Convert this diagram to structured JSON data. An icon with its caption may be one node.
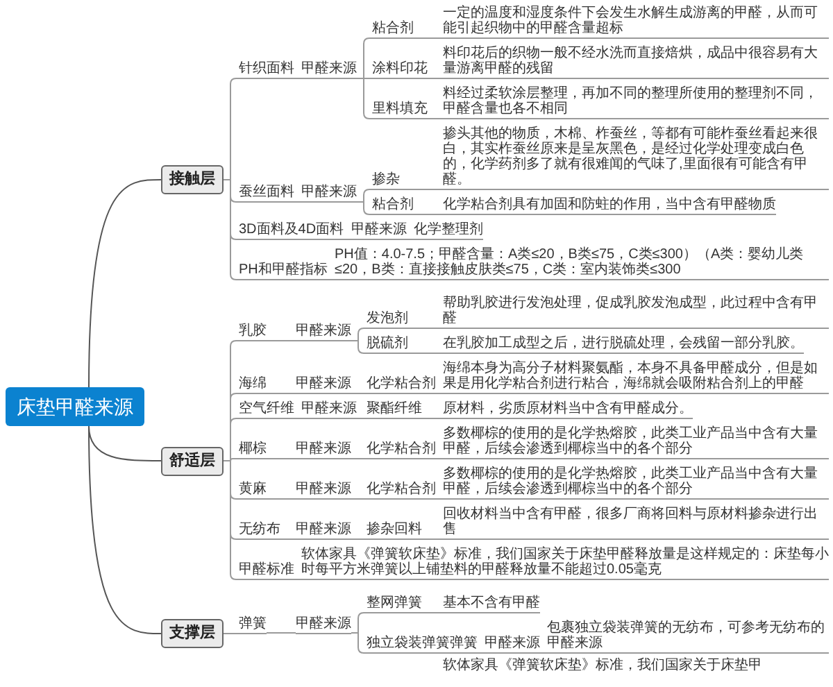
{
  "diagram": {
    "nodes": [
      {
        "text": [
          "床垫甲醛来源"
        ]
      },
      {
        "text": [
          "接触层"
        ]
      },
      {
        "text": [
          "针织面料"
        ]
      },
      {
        "text": [
          "甲醛来源"
        ]
      },
      {
        "text": [
          "粘合剂"
        ]
      },
      {
        "text": [
          "一定的温度和湿度条件下会发生水解生成游离的甲醛，从而可能引起织物中的甲醛含量超标"
        ]
      },
      {
        "text": [
          "涂料印花"
        ]
      },
      {
        "text": [
          "料印花后的织物一般不经水洗而直接焙烘，成品中很容易有大量游离甲醛的残留"
        ]
      },
      {
        "text": [
          "里料填充"
        ]
      },
      {
        "text": [
          "料经过柔软涂层整理，再加不同的整理所使用的整理剂不同，甲醛含量也各不相同"
        ]
      },
      {
        "text": [
          "蚕丝面料"
        ]
      },
      {
        "text": [
          "甲醛来源"
        ]
      },
      {
        "text": [
          "掺杂"
        ]
      },
      {
        "text": [
          "掺头其他的物质，木棉、柞蚕丝，等都有可能柞蚕丝看起来很白，其实柞蚕丝原来是呈灰黑色，是经过化学处理变成白色的，化学药剂多了就有很难闻的气味了,里面很有可能含有甲醛。"
        ]
      },
      {
        "text": [
          "粘合剂"
        ]
      },
      {
        "text": [
          "化学粘合剂具有加固和防蛀的作用，当中含有甲醛物质"
        ]
      },
      {
        "text": [
          "3D面料及4D面料"
        ]
      },
      {
        "text": [
          "甲醛来源"
        ]
      },
      {
        "text": [
          "化学整理剂"
        ]
      },
      {
        "text": [
          "PH和甲醛指标"
        ]
      },
      {
        "text": [
          "PH值：4.0-7.5；甲醛含量：A类≤20，B类≤75，C类≤300）（A类：婴幼儿类≤20，B类：直接接触皮肤类≤75，C类：室内装饰类≤300"
        ]
      },
      {
        "text": [
          "舒适层"
        ]
      },
      {
        "text": [
          "乳胶"
        ]
      },
      {
        "text": [
          "甲醛来源"
        ]
      },
      {
        "text": [
          "发泡剂"
        ]
      },
      {
        "text": [
          "帮助乳胶进行发泡处理，促成乳胶发泡成型，此过程中含有甲醛"
        ]
      },
      {
        "text": [
          "脱硫剂"
        ]
      },
      {
        "text": [
          "在乳胶加工成型之后，进行脱硫处理，会残留一部分乳胶。"
        ]
      },
      {
        "text": [
          "海绵"
        ]
      },
      {
        "text": [
          "甲醛来源"
        ]
      },
      {
        "text": [
          "化学粘合剂"
        ]
      },
      {
        "text": [
          "海绵本身为高分子材料聚氨酯，本身不具备甲醛成分，但是如果是用化学粘合剂进行粘合，海绵就会吸附粘合剂上的甲醛"
        ]
      },
      {
        "text": [
          "空气纤维"
        ]
      },
      {
        "text": [
          "甲醛来源"
        ]
      },
      {
        "text": [
          "聚酯纤维"
        ]
      },
      {
        "text": [
          "原材料，劣质原材料当中含有甲醛成分。"
        ]
      },
      {
        "text": [
          "椰棕"
        ]
      },
      {
        "text": [
          "甲醛来源"
        ]
      },
      {
        "text": [
          "化学粘合剂"
        ]
      },
      {
        "text": [
          "多数椰棕的使用的是化学热熔胶，此类工业产品当中含有大量甲醛，后续会渗透到椰棕当中的各个部分"
        ]
      },
      {
        "text": [
          "黄麻"
        ]
      },
      {
        "text": [
          "甲醛来源"
        ]
      },
      {
        "text": [
          "化学粘合剂"
        ]
      },
      {
        "text": [
          "多数椰棕的使用的是化学热熔胶，此类工业产品当中含有大量甲醛，后续会渗透到椰棕当中的各个部分"
        ]
      },
      {
        "text": [
          "无纺布"
        ]
      },
      {
        "text": [
          "甲醛来源"
        ]
      },
      {
        "text": [
          "掺杂回料"
        ]
      },
      {
        "text": [
          "回收材料当中含有甲醛，很多厂商将回料与原材料掺杂进行出售"
        ]
      },
      {
        "text": [
          "甲醛标准"
        ]
      },
      {
        "text": [
          "软体家具《弹簧软床垫》标准，我们国家关于床垫甲醛释放量是这样规定的：床垫每小时每平方米弹簧以上铺垫料的甲醛释放量不能超过0.05毫克"
        ]
      },
      {
        "text": [
          "支撑层"
        ]
      },
      {
        "text": [
          "弹簧"
        ]
      },
      {
        "text": [
          "甲醛来源"
        ]
      },
      {
        "text": [
          "整网弹簧"
        ]
      },
      {
        "text": [
          "基本不含有甲醛"
        ]
      },
      {
        "text": [
          "独立袋装弹簧弹簧"
        ]
      },
      {
        "text": [
          "甲醛来源"
        ]
      },
      {
        "text": [
          "包裹独立袋装弹簧的无纺布，可参考无纺布的甲醛来源"
        ]
      }
    ],
    "edges": [
      {
        "from": 0,
        "to": 1,
        "arrow": "none",
        "color": "#555555"
      },
      {
        "from": 0,
        "to": 21,
        "arrow": "none",
        "color": "#555555"
      },
      {
        "from": 0,
        "to": 50,
        "arrow": "none",
        "color": "#555555"
      },
      {
        "from": 1,
        "to": 2,
        "arrow": "none"
      },
      {
        "from": 1,
        "to": 10,
        "arrow": "none"
      },
      {
        "from": 1,
        "to": 16,
        "arrow": "none"
      },
      {
        "from": 1,
        "to": 19,
        "arrow": "none"
      },
      {
        "from": 2,
        "to": 3,
        "arrow": "none"
      },
      {
        "from": 3,
        "to": 4,
        "arrow": "none"
      },
      {
        "from": 3,
        "to": 6,
        "arrow": "none"
      },
      {
        "from": 3,
        "to": 8,
        "arrow": "none"
      },
      {
        "from": 4,
        "to": 5,
        "arrow": "none"
      },
      {
        "from": 6,
        "to": 7,
        "arrow": "none"
      },
      {
        "from": 8,
        "to": 9,
        "arrow": "none"
      },
      {
        "from": 10,
        "to": 11,
        "arrow": "none"
      },
      {
        "from": 11,
        "to": 12,
        "arrow": "none"
      },
      {
        "from": 11,
        "to": 14,
        "arrow": "none"
      },
      {
        "from": 12,
        "to": 13,
        "arrow": "none"
      },
      {
        "from": 14,
        "to": 15,
        "arrow": "none"
      },
      {
        "from": 16,
        "to": 17,
        "arrow": "none"
      },
      {
        "from": 17,
        "to": 18,
        "arrow": "none"
      },
      {
        "from": 19,
        "to": 20,
        "arrow": "none"
      },
      {
        "from": 21,
        "to": 22,
        "arrow": "none"
      },
      {
        "from": 21,
        "to": 28,
        "arrow": "none"
      },
      {
        "from": 21,
        "to": 32,
        "arrow": "none"
      },
      {
        "from": 21,
        "to": 36,
        "arrow": "none"
      },
      {
        "from": 21,
        "to": 40,
        "arrow": "none"
      },
      {
        "from": 21,
        "to": 44,
        "arrow": "none"
      },
      {
        "from": 21,
        "to": 48,
        "arrow": "none"
      },
      {
        "from": 22,
        "to": 23,
        "arrow": "none"
      },
      {
        "from": 23,
        "to": 24,
        "arrow": "none"
      },
      {
        "from": 23,
        "to": 26,
        "arrow": "none"
      },
      {
        "from": 24,
        "to": 25,
        "arrow": "none"
      },
      {
        "from": 26,
        "to": 27,
        "arrow": "none"
      },
      {
        "from": 28,
        "to": 29,
        "arrow": "none"
      },
      {
        "from": 29,
        "to": 30,
        "arrow": "none"
      },
      {
        "from": 30,
        "to": 31,
        "arrow": "none"
      },
      {
        "from": 32,
        "to": 33,
        "arrow": "none"
      },
      {
        "from": 33,
        "to": 34,
        "arrow": "none"
      },
      {
        "from": 34,
        "to": 35,
        "arrow": "none"
      },
      {
        "from": 36,
        "to": 37,
        "arrow": "none"
      },
      {
        "from": 37,
        "to": 38,
        "arrow": "none"
      },
      {
        "from": 38,
        "to": 39,
        "arrow": "none"
      },
      {
        "from": 40,
        "to": 41,
        "arrow": "none"
      },
      {
        "from": 41,
        "to": 42,
        "arrow": "none"
      },
      {
        "from": 42,
        "to": 43,
        "arrow": "none"
      },
      {
        "from": 44,
        "to": 45,
        "arrow": "none"
      },
      {
        "from": 45,
        "to": 46,
        "arrow": "none"
      },
      {
        "from": 46,
        "to": 47,
        "arrow": "none"
      },
      {
        "from": 48,
        "to": 49,
        "arrow": "none"
      },
      {
        "from": 50,
        "to": 51,
        "arrow": "none"
      },
      {
        "from": 51,
        "to": 52,
        "arrow": "none"
      },
      {
        "from": 52,
        "to": 53,
        "arrow": "none"
      },
      {
        "from": 52,
        "to": 55,
        "arrow": "none"
      },
      {
        "from": 53,
        "to": 54,
        "arrow": "none"
      },
      {
        "from": 55,
        "to": 56,
        "arrow": "none"
      },
      {
        "from": 56,
        "to": 57,
        "arrow": "none"
      }
    ],
    "labels": [
      "软体家具《弹簧软床垫》标准，我们国家关于床垫甲"
    ]
  }
}
